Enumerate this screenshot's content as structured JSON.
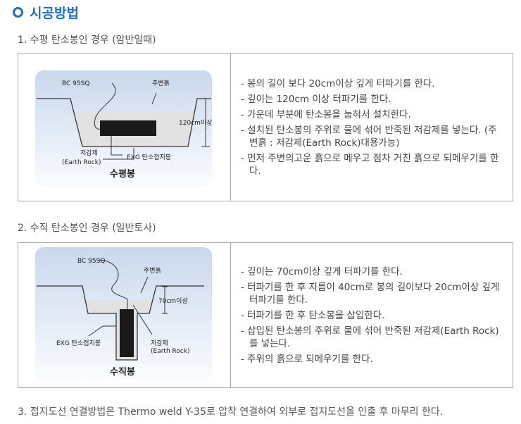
{
  "title": "시공방법",
  "section1": {
    "heading": "1. 수평 탄소봉인 경우 (암반일때)",
    "diagram": {
      "cable": "BC 95SQ",
      "soil": "주변흙",
      "depth": "120cm이상",
      "agent": "저감제",
      "agent_en": "(Earth Rock)",
      "rod": "EXG 탄소접지봉",
      "caption": "수평봉"
    },
    "items": [
      "- 봉의 길이 보다 20cm이상 깊게 터파기를 한다.",
      "- 깊이는 120cm 이상 터파기를 한다.",
      "- 가운데 부분에 탄소봉을 눕혀서 설치한다.",
      "- 설치된 탄소봉의 주위로 물에 섞어 반죽된 저감제를 넣는다. (주변흙 : 저감제(Earth Rock)대용가능)",
      "- 먼저 주변의고운 흙으로 메우고 점차 거친 흙으로 되메우기를 한다."
    ]
  },
  "section2": {
    "heading": "2. 수직 탄소봉인 경우 (일반토사)",
    "diagram": {
      "cable": "BC 95SQ",
      "soil": "주변흙",
      "depth": "70cm이상",
      "agent": "저감제",
      "agent_en": "(Earth Rock)",
      "rod": "EXG 탄소접지봉",
      "caption": "수직봉"
    },
    "items": [
      "- 깊이는 70cm이상 깊게 터파기를 한다.",
      "- 터파기를 한 후 지름이 40cm로 봉의 길이보다 20cm이상 깊게 터파기를 한다.",
      "- 터파기를 한 후 탄소봉을 삽입한다.",
      "- 삽입된 탄소봉의 주위로 물에 섞어 반죽된 저감제(Earth Rock)를 넣는다.",
      "- 주위의 흙으로 되메우기를 한다."
    ]
  },
  "section3": {
    "heading": "3. 접지도선 연결방법은 Thermo weld Y-35로 압착 연결하여 외부로 접지도선을 인출 후 마무리 한다."
  }
}
